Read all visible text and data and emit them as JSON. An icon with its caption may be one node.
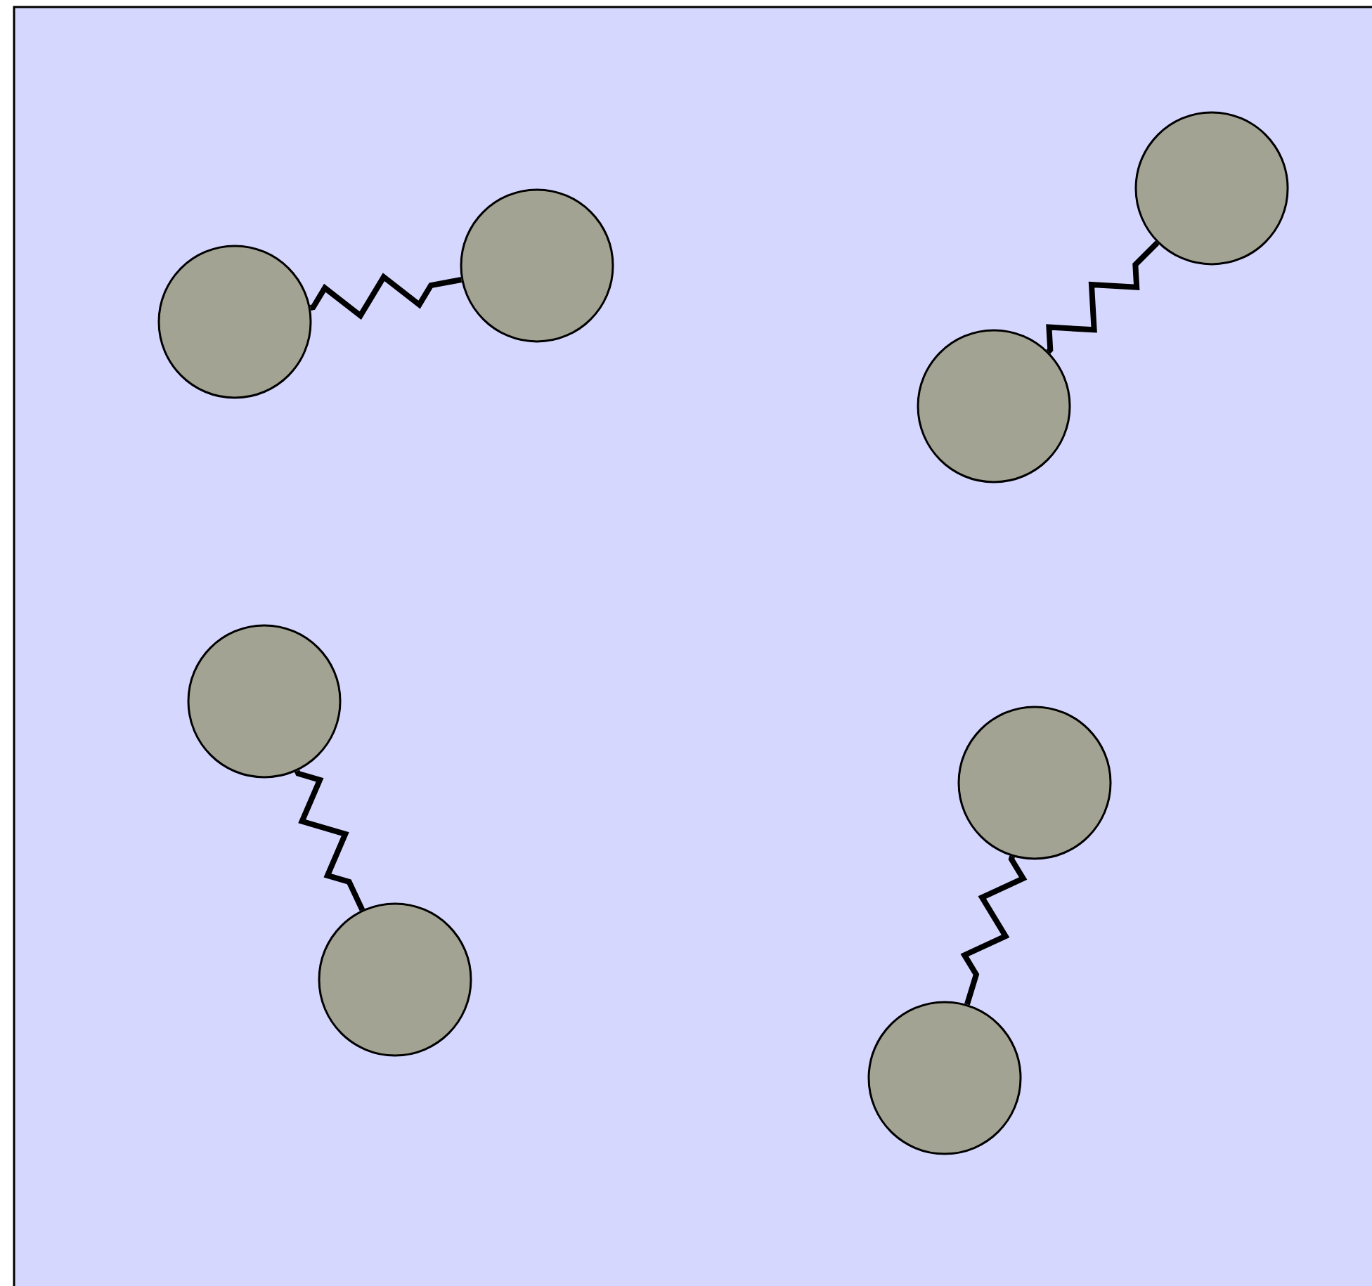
{
  "diagram": {
    "nodes": [
      {
        "text": [],
        "shape": "circle"
      },
      {
        "text": [],
        "shape": "circle"
      },
      {
        "text": [],
        "shape": "circle"
      },
      {
        "text": [],
        "shape": "circle"
      },
      {
        "text": [],
        "shape": "circle"
      },
      {
        "text": [],
        "shape": "circle"
      },
      {
        "text": [],
        "shape": "circle"
      },
      {
        "text": [],
        "shape": "circle"
      }
    ],
    "edges": [
      {
        "from": 0,
        "to": 1,
        "arrow": "none"
      },
      {
        "from": 3,
        "to": 2,
        "arrow": "none"
      },
      {
        "from": 4,
        "to": 5,
        "arrow": "none"
      },
      {
        "from": 6,
        "to": 7,
        "arrow": "none"
      }
    ]
  }
}
